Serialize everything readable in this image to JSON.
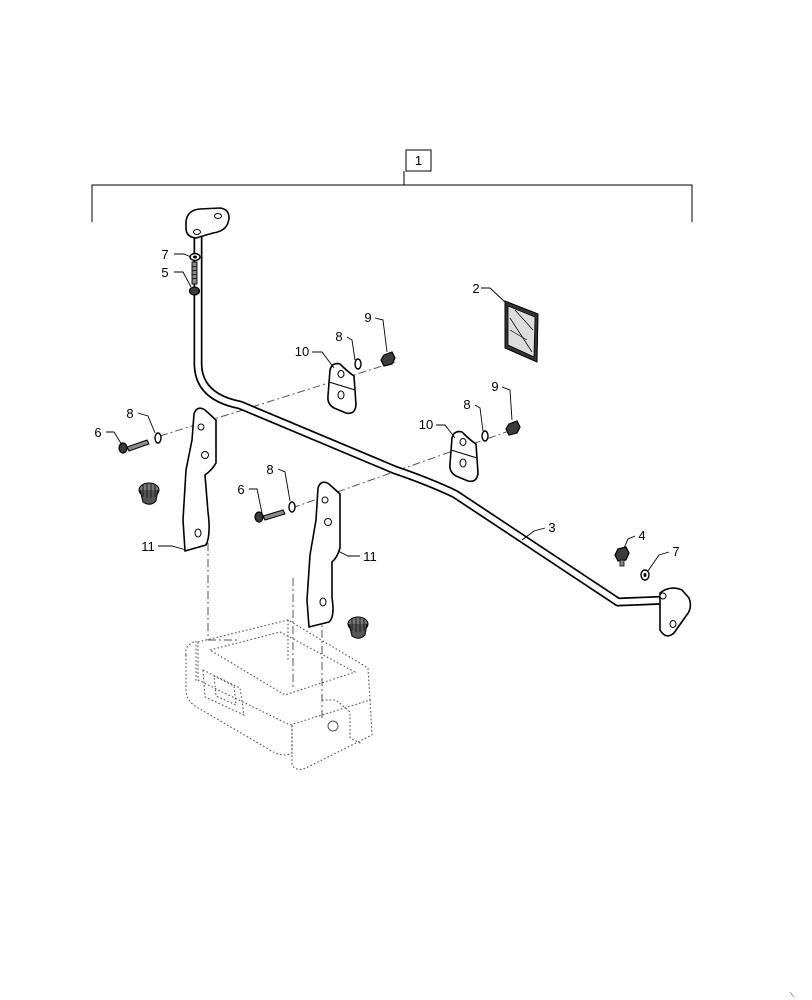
{
  "callouts": {
    "c1": "1",
    "c2": "2",
    "c3": "3",
    "c4": "4",
    "c5": "5",
    "c6a": "6",
    "c6b": "6",
    "c7a": "7",
    "c7b": "7",
    "c8a": "8",
    "c8b": "8",
    "c8c": "8",
    "c9a": "9",
    "c9b": "9",
    "c10a": "10",
    "c10b": "10",
    "c11a": "11",
    "c11b": "11"
  }
}
